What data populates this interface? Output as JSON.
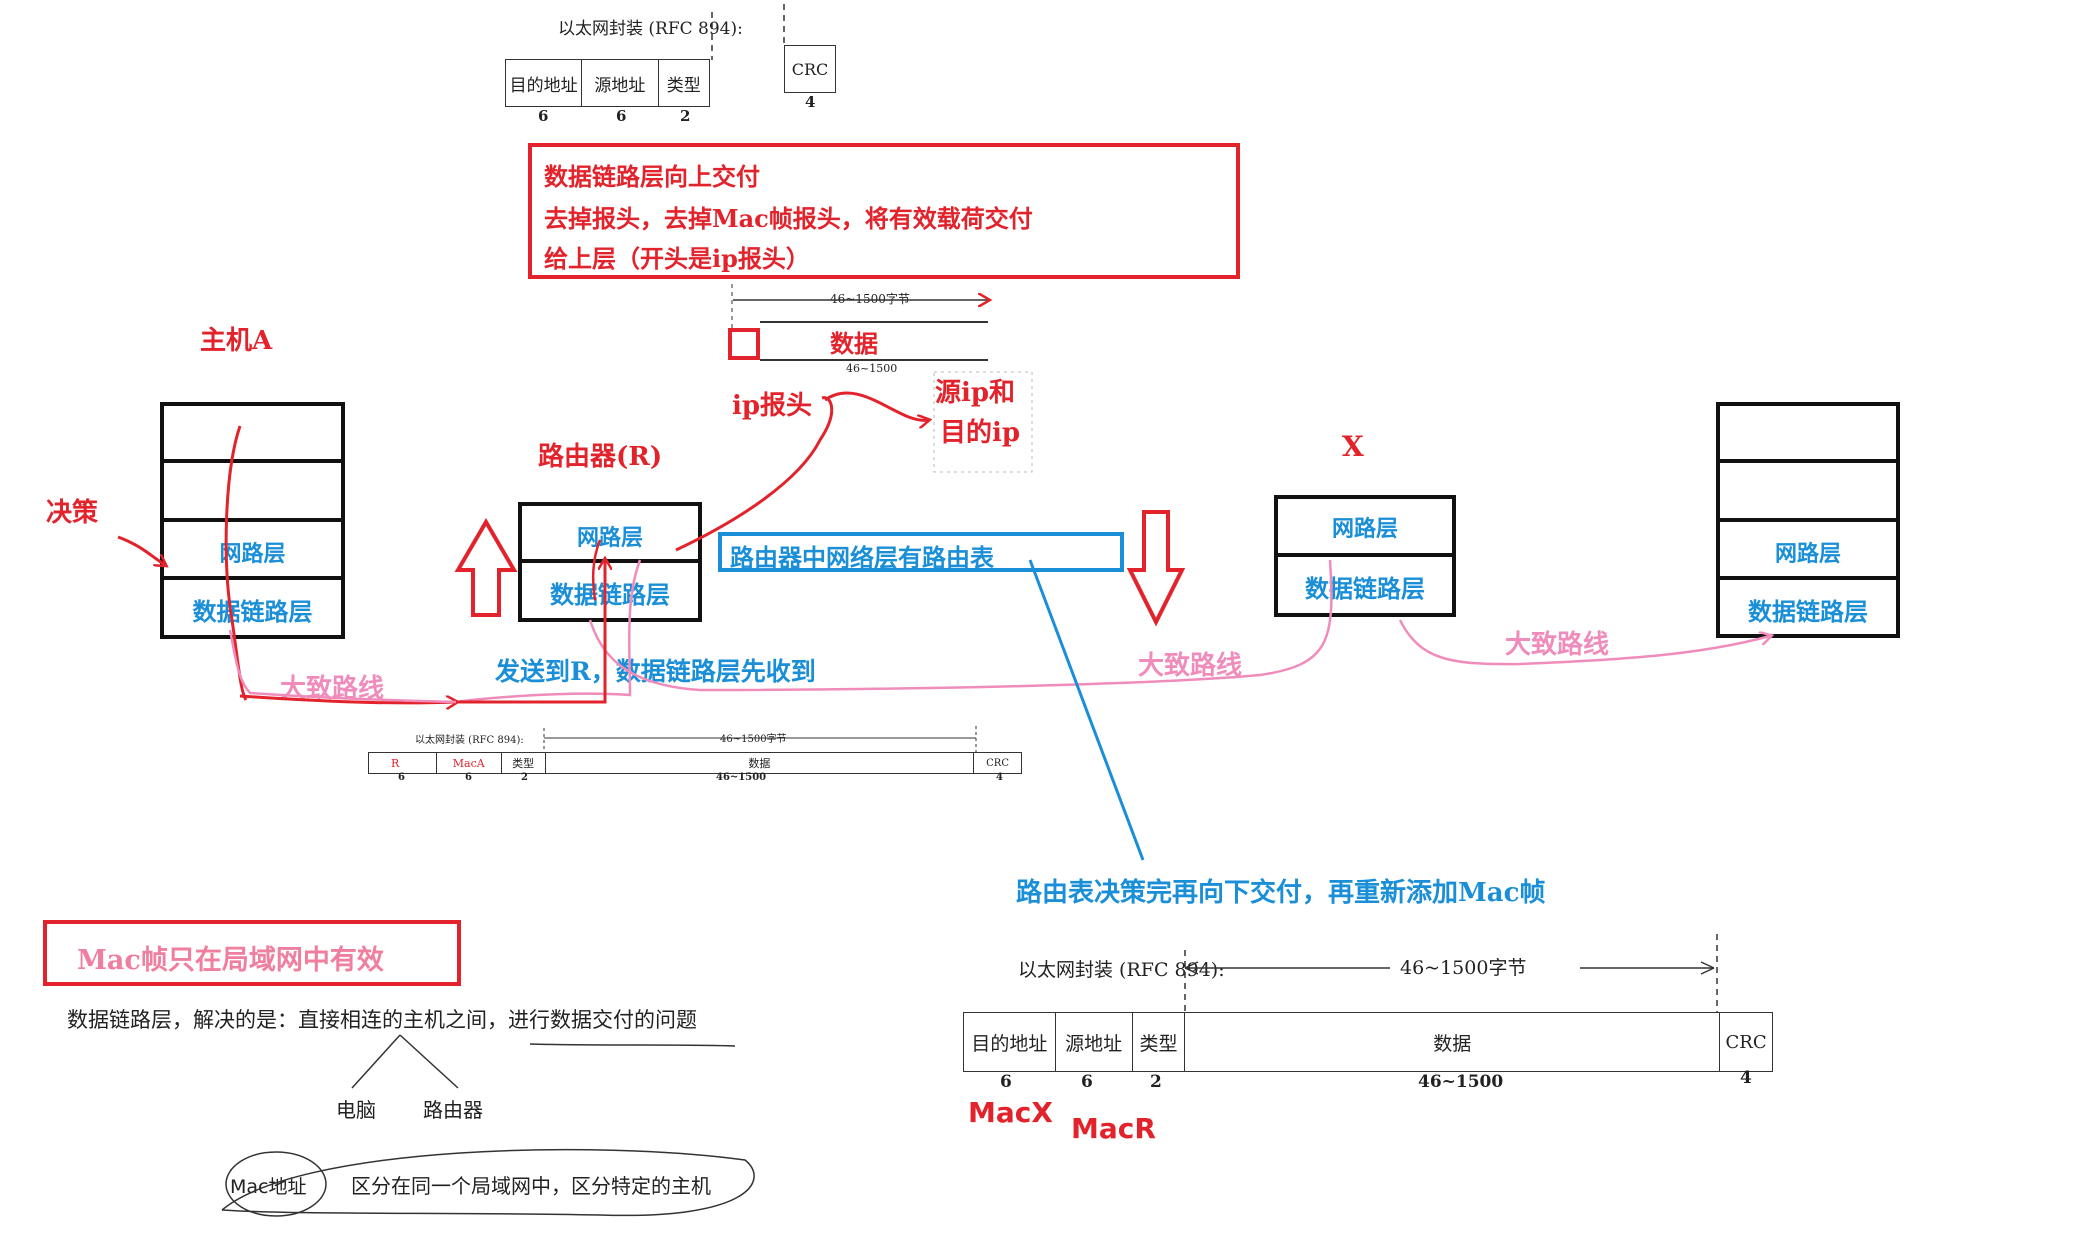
{
  "top_frame": {
    "title": "以太网封装 (RFC 894):",
    "fields": [
      "目的地址",
      "源地址",
      "类型"
    ],
    "sizes": [
      "6",
      "6",
      "2"
    ],
    "crc_label": "CRC",
    "crc_size": "4"
  },
  "note_deliver_up": {
    "line1": "数据链路层向上交付",
    "line2": "去掉报头，去掉Mac帧报头，将有效载荷交付",
    "line3": "给上层（开头是ip报头）"
  },
  "ip_packet": {
    "range_label": "46~1500字节",
    "data_label": "数据",
    "size_label": "46~1500",
    "header_label": "ip报头",
    "src_dst_label_1": "源ip和",
    "src_dst_label_2": "目的ip"
  },
  "host_a": {
    "title": "主机A",
    "network_layer": "网路层",
    "datalink_layer": "数据链路层",
    "decision_label": "决策"
  },
  "router": {
    "title": "路由器(R)",
    "network_layer": "网路层",
    "datalink_layer": "数据链路层",
    "routing_table_note": "路由器中网络层有路由表"
  },
  "node_x": {
    "title": "X",
    "network_layer": "网路层",
    "datalink_layer": "数据链路层"
  },
  "host_b": {
    "network_layer": "网路层",
    "datalink_layer": "数据链路层"
  },
  "route_labels": {
    "rough_route_1": "大致路线",
    "rough_route_2": "大致路线",
    "rough_route_3": "大致路线",
    "send_to_r": "发送到R，数据链路层先收到"
  },
  "mid_frame": {
    "title": "以太网封装 (RFC 894):",
    "range_label": "46~1500字节",
    "dst": "R",
    "src": "MacA",
    "type": "类型",
    "data": "数据",
    "crc": "CRC",
    "sizes": [
      "6",
      "6",
      "2",
      "46~1500",
      "4"
    ]
  },
  "routing_decision_note": "路由表决策完再向下交付，再重新添加Mac帧",
  "bottom_frame": {
    "title": "以太网封装 (RFC 894):",
    "range_label": "46~1500字节",
    "fields": [
      "目的地址",
      "源地址",
      "类型",
      "数据",
      "CRC"
    ],
    "sizes": [
      "6",
      "6",
      "2",
      "46~1500",
      "4"
    ],
    "dst_mac": "MacX",
    "src_mac": "MacR"
  },
  "mac_note": "Mac帧只在局域网中有效",
  "datalink_explanation": "数据链路层，解决的是：直接相连的主机之间，进行数据交付的问题",
  "branch_computer": "电脑",
  "branch_router": "路由器",
  "mac_address_label": "Mac地址",
  "mac_address_desc": "区分在同一个局域网中，区分特定的主机",
  "colors": {
    "red": "#e2232c",
    "blue": "#1a8fd8",
    "pink": "#f08cbc"
  }
}
